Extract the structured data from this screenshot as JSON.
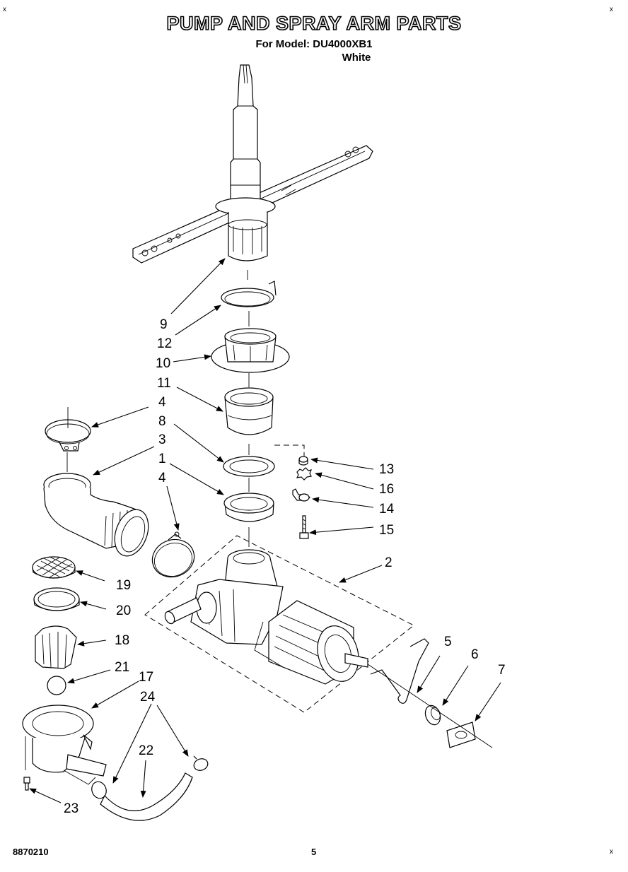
{
  "header": {
    "title": "PUMP AND SPRAY ARM PARTS",
    "model_line": "For Model: DU4000XB1",
    "color_line": "White"
  },
  "footer": {
    "doc_number": "8870210",
    "page_number": "5"
  },
  "corners": {
    "top_left": "x",
    "top_right": "x",
    "bottom_right": "x"
  },
  "callouts": [
    "9",
    "12",
    "10",
    "11",
    "4",
    "8",
    "3",
    "1",
    "4",
    "13",
    "16",
    "14",
    "15",
    "2",
    "19",
    "20",
    "18",
    "21",
    "17",
    "24",
    "5",
    "6",
    "7",
    "22",
    "23"
  ]
}
